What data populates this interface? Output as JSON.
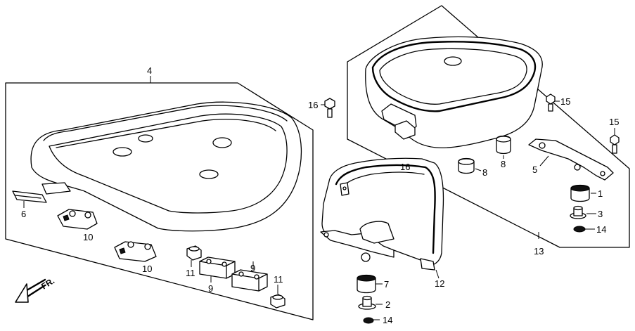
{
  "diagram": {
    "callouts": [
      {
        "id": "c4",
        "text": "4"
      },
      {
        "id": "c6",
        "text": "6"
      },
      {
        "id": "c10a",
        "text": "10"
      },
      {
        "id": "c10b",
        "text": "10"
      },
      {
        "id": "c11a",
        "text": "11"
      },
      {
        "id": "c9a",
        "text": "9"
      },
      {
        "id": "c9b",
        "text": "9"
      },
      {
        "id": "c11b",
        "text": "11"
      },
      {
        "id": "c16a",
        "text": "16"
      },
      {
        "id": "c16b",
        "text": "16"
      },
      {
        "id": "c8a",
        "text": "8"
      },
      {
        "id": "c8b",
        "text": "8"
      },
      {
        "id": "c15a",
        "text": "15"
      },
      {
        "id": "c15b",
        "text": "15"
      },
      {
        "id": "c5",
        "text": "5"
      },
      {
        "id": "c1",
        "text": "1"
      },
      {
        "id": "c3",
        "text": "3"
      },
      {
        "id": "c14a",
        "text": "14"
      },
      {
        "id": "c13",
        "text": "13"
      },
      {
        "id": "c12",
        "text": "12"
      },
      {
        "id": "c7",
        "text": "7"
      },
      {
        "id": "c2",
        "text": "2"
      },
      {
        "id": "c14b",
        "text": "14"
      }
    ],
    "direction_label": "FR.",
    "icon": "front-direction-arrow-icon"
  }
}
